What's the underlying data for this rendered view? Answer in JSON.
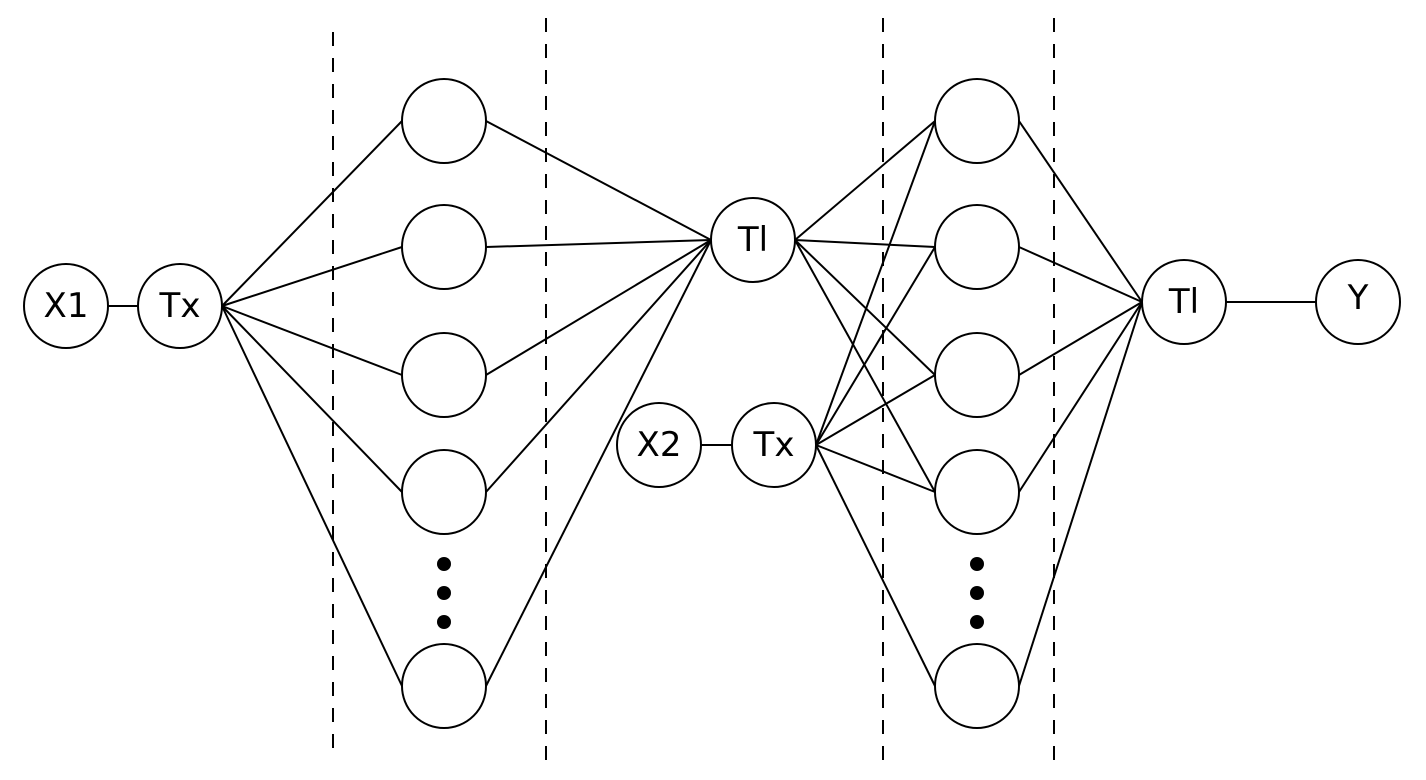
{
  "nodes": {
    "x1": "X1",
    "tx1": "Tx",
    "tl1": "Tl",
    "x2": "X2",
    "tx2": "Tx",
    "tl2": "Tl",
    "y": "Y"
  },
  "colors": {
    "stroke": "#000000",
    "background": "#ffffff"
  }
}
